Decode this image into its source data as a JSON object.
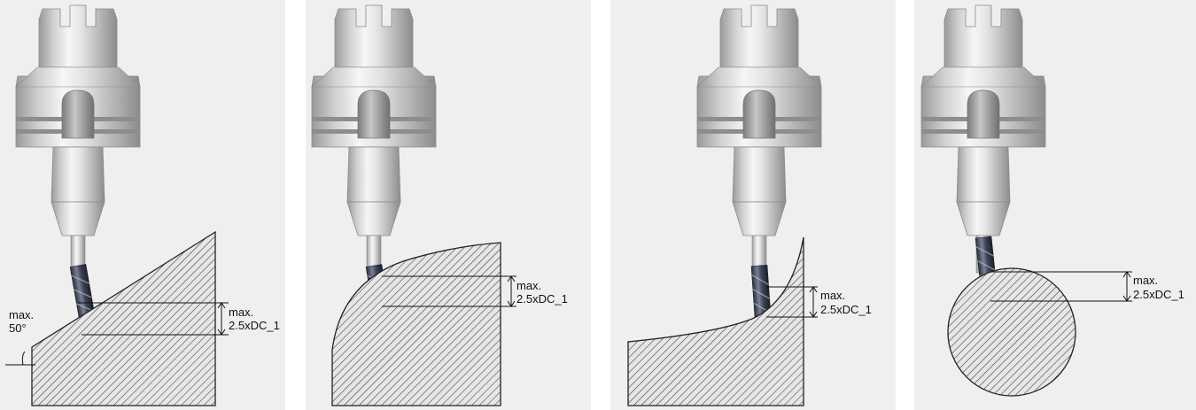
{
  "panels": [
    {
      "max_label": "max.",
      "depth_label": "2.5xDC_1",
      "angle_max_label": "max.",
      "angle_value": "50°"
    },
    {
      "max_label": "max.",
      "depth_label": "2.5xDC_1"
    },
    {
      "max_label": "max.",
      "depth_label": "2.5xDC_1"
    },
    {
      "max_label": "max.",
      "depth_label": "2.5xDC_1"
    }
  ]
}
